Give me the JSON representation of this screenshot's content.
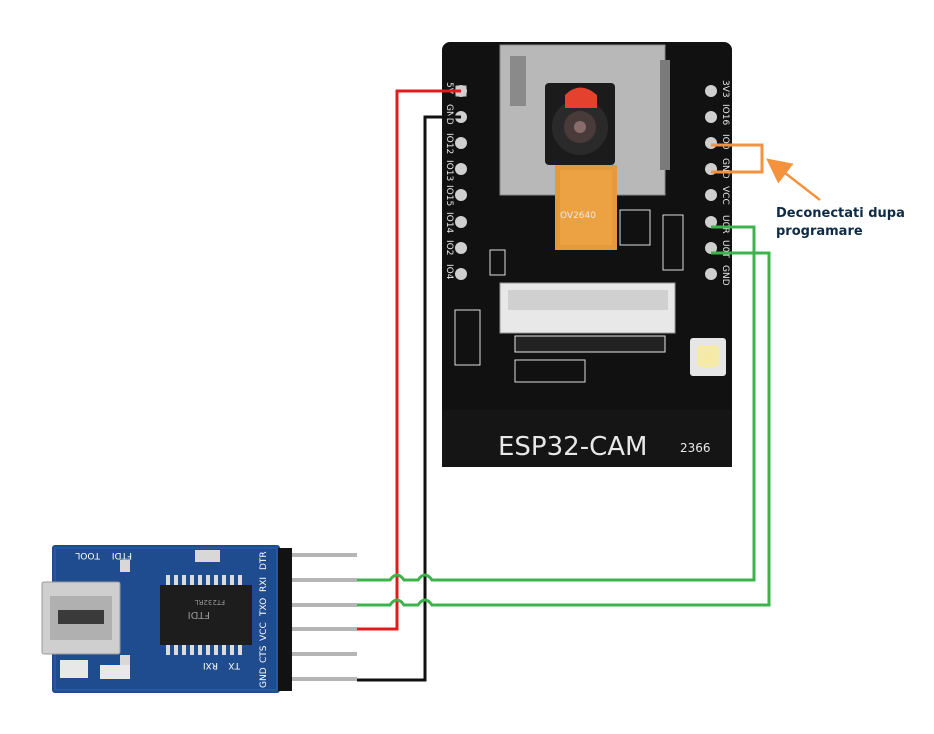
{
  "esp32": {
    "board_label": "ESP32-CAM",
    "serial": "2366",
    "camera_label": "OV2640",
    "right_pins": [
      "3V3",
      "IO16",
      "IO0",
      "GND",
      "VCC",
      "U0R",
      "U0T",
      "GND"
    ],
    "left_pins": [
      "5V",
      "GND",
      "IO12",
      "IO13",
      "IO15",
      "IO14",
      "IO2",
      "IO4"
    ]
  },
  "ftdi": {
    "top_labels": [
      "FTDI",
      "TOOL"
    ],
    "chip_text": [
      "FTDI",
      "FT232RL"
    ],
    "pins": [
      "DTR",
      "RXI",
      "TXO",
      "VCC",
      "CTS",
      "GND"
    ],
    "bottom_labels": [
      "RXI",
      "TX"
    ]
  },
  "annotation": {
    "text": "Deconectati dupa programare",
    "color": "#f5923e"
  },
  "wire_colors": {
    "power": "#e01b1b",
    "ground": "#111111",
    "data": "#3cb44b",
    "jumper": "#f5923e"
  }
}
